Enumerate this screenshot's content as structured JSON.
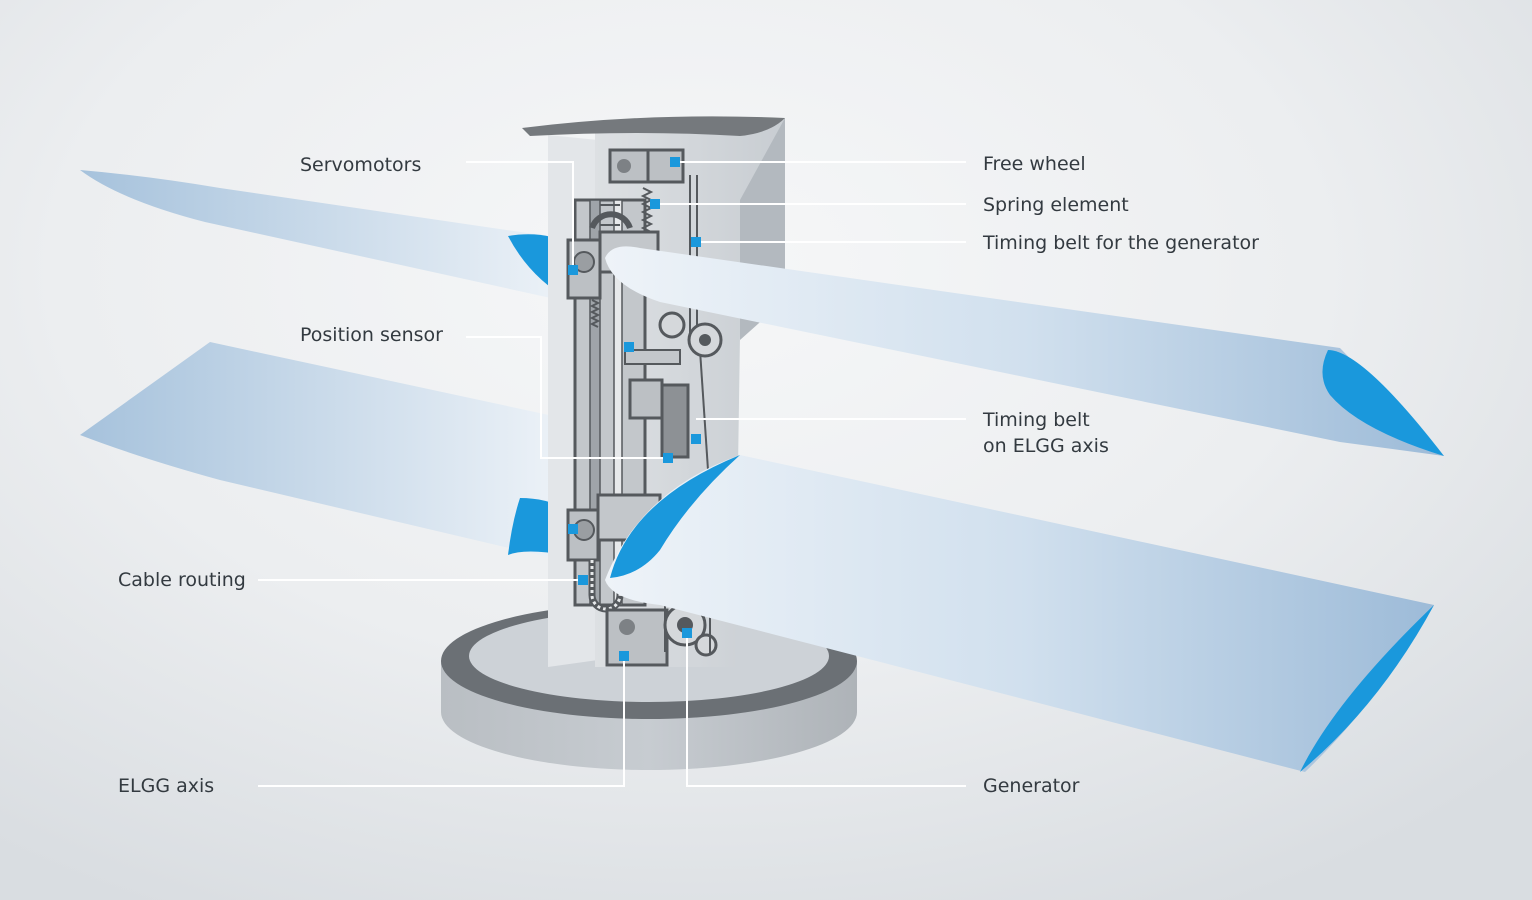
{
  "diagram": {
    "colors": {
      "background": "#eceef0",
      "accent_blue": "#1a98dc",
      "blade_light": "#e6eef6",
      "blade_dark": "#9dbbd8",
      "frame_gray": "#b7bdc3",
      "component_dark": "#55595d",
      "leader_line": "#ffffff",
      "label_text": "#333a40"
    },
    "labels": {
      "servomotors": "Servomotors",
      "position_sensor": "Position sensor",
      "cable_routing": "Cable routing",
      "elgg_axis": "ELGG axis",
      "free_wheel": "Free wheel",
      "spring_element": "Spring element",
      "timing_belt_generator": "Timing belt for the generator",
      "timing_belt_elgg_line1": "Timing belt",
      "timing_belt_elgg_line2": "on ELGG axis",
      "generator": "Generator"
    }
  }
}
